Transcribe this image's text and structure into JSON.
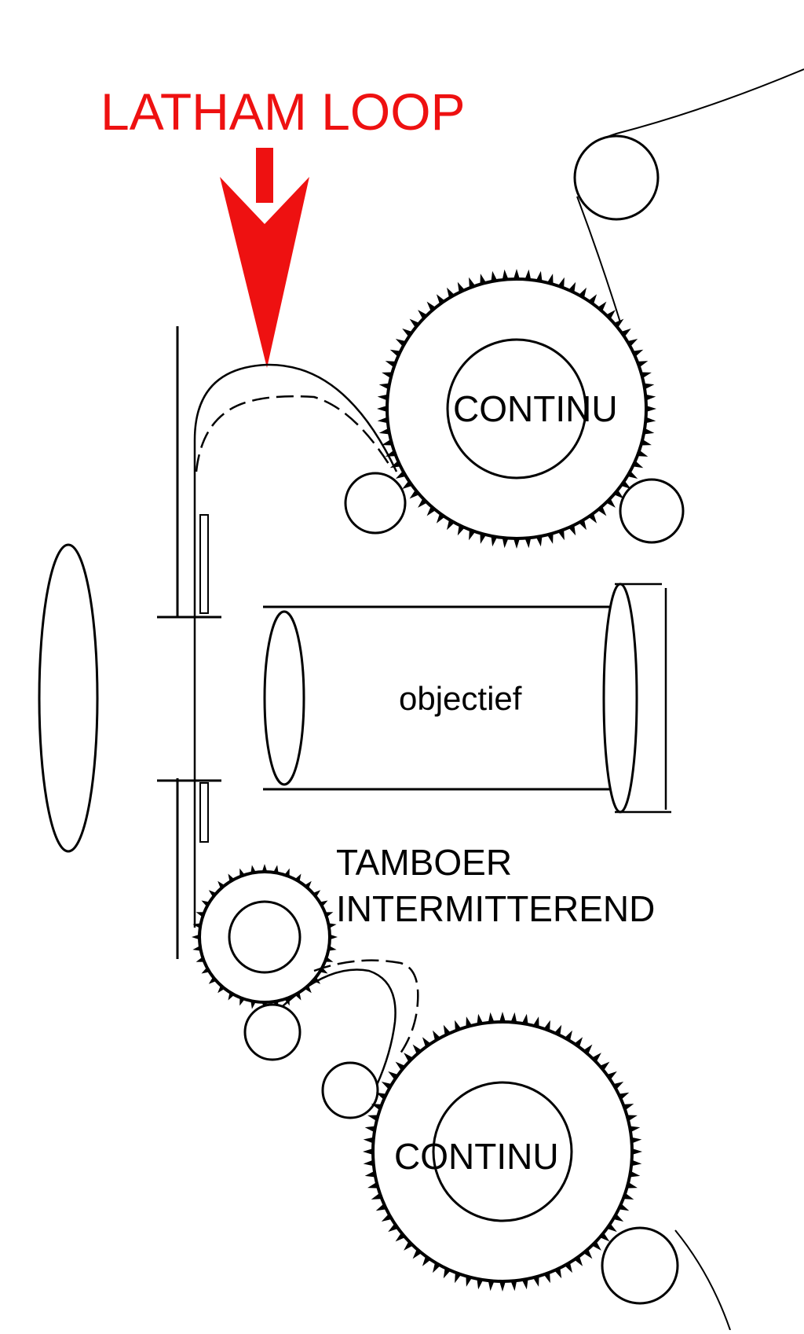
{
  "title": "LATHAM LOOP",
  "labels": {
    "upper_sprocket": "CONTINU",
    "lens": "objectief",
    "intermittent_line1": "TAMBOER",
    "intermittent_line2": "INTERMITTEREND",
    "lower_sprocket": "CONTINU"
  },
  "colors": {
    "accent": "#ee1111",
    "line": "#000000",
    "background": "#ffffff"
  }
}
